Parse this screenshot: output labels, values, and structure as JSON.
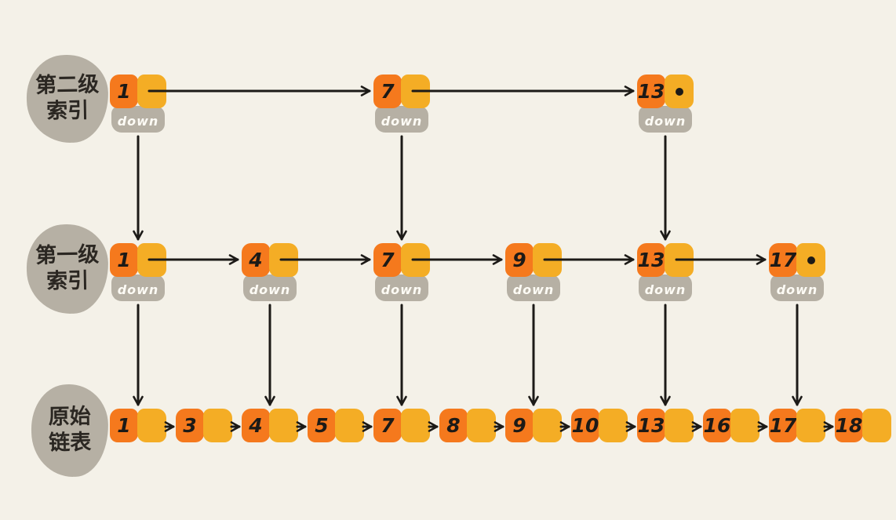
{
  "background": "#F4F1E8",
  "palette": {
    "orange": "#F5791D",
    "amber": "#F4AD25",
    "gray": "#B6B0A4",
    "ink": "#1C1A17",
    "down_text": "#FDFBF5",
    "label_text": "#2B2722"
  },
  "down_label": "down",
  "levels": [
    {
      "id": "level2",
      "label_lines": [
        "第二级",
        "索引"
      ],
      "has_down": true,
      "nodes": [
        {
          "value": "1",
          "col": 0
        },
        {
          "value": "7",
          "col": 4
        },
        {
          "value": "13",
          "col": 8,
          "null_dot": true
        }
      ]
    },
    {
      "id": "level1",
      "label_lines": [
        "第一级",
        "索引"
      ],
      "has_down": true,
      "nodes": [
        {
          "value": "1",
          "col": 0
        },
        {
          "value": "4",
          "col": 2
        },
        {
          "value": "7",
          "col": 4
        },
        {
          "value": "9",
          "col": 6
        },
        {
          "value": "13",
          "col": 8
        },
        {
          "value": "17",
          "col": 10,
          "null_dot": true
        }
      ]
    },
    {
      "id": "base",
      "label_lines": [
        "原始",
        "链表"
      ],
      "has_down": false,
      "nodes": [
        {
          "value": "1",
          "col": 0
        },
        {
          "value": "3",
          "col": 1
        },
        {
          "value": "4",
          "col": 2
        },
        {
          "value": "5",
          "col": 3
        },
        {
          "value": "7",
          "col": 4
        },
        {
          "value": "8",
          "col": 5
        },
        {
          "value": "9",
          "col": 6
        },
        {
          "value": "10",
          "col": 7
        },
        {
          "value": "13",
          "col": 8
        },
        {
          "value": "16",
          "col": 9
        },
        {
          "value": "17",
          "col": 10
        },
        {
          "value": "18",
          "col": 11
        }
      ]
    }
  ]
}
